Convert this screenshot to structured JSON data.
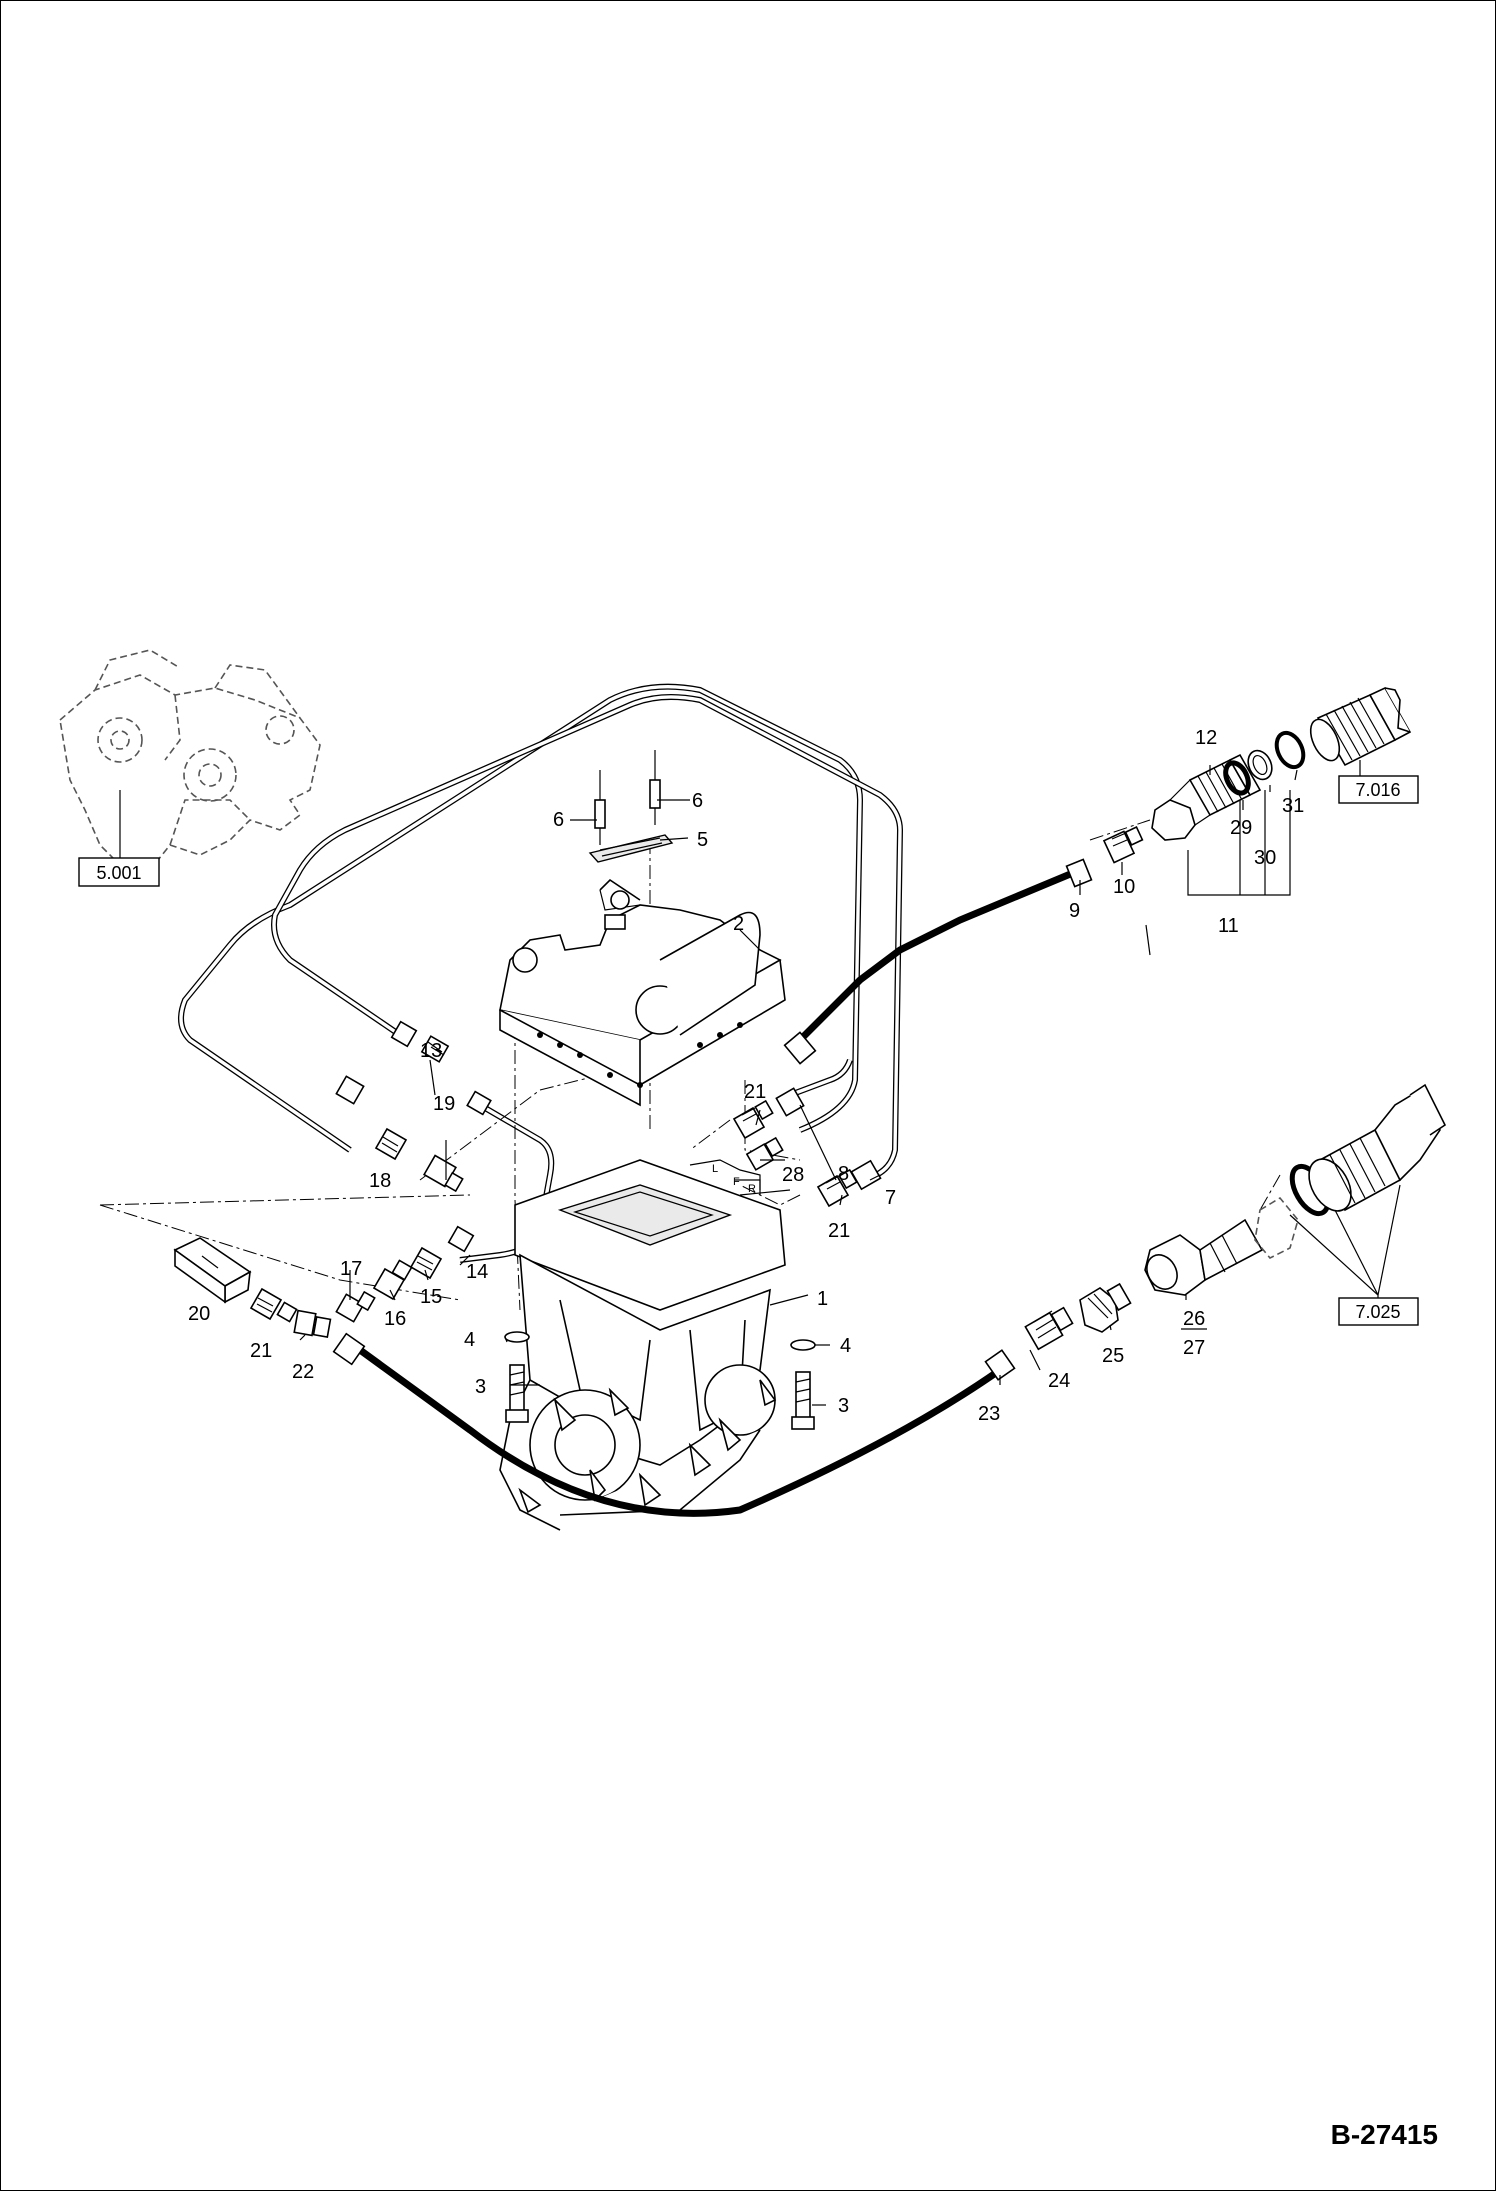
{
  "document_number": "B-27415",
  "references": [
    {
      "id": "ref-5001",
      "text": "5.001"
    },
    {
      "id": "ref-7016",
      "text": "7.016"
    },
    {
      "id": "ref-7025",
      "text": "7.025"
    }
  ],
  "callouts": [
    {
      "id": "c1",
      "text": "1"
    },
    {
      "id": "c2",
      "text": "2"
    },
    {
      "id": "c3a",
      "text": "3"
    },
    {
      "id": "c3b",
      "text": "3"
    },
    {
      "id": "c4a",
      "text": "4"
    },
    {
      "id": "c4b",
      "text": "4"
    },
    {
      "id": "c5",
      "text": "5"
    },
    {
      "id": "c6a",
      "text": "6"
    },
    {
      "id": "c6b",
      "text": "6"
    },
    {
      "id": "c7",
      "text": "7"
    },
    {
      "id": "c8",
      "text": "8"
    },
    {
      "id": "c9",
      "text": "9"
    },
    {
      "id": "c10",
      "text": "10"
    },
    {
      "id": "c11",
      "text": "11"
    },
    {
      "id": "c12",
      "text": "12"
    },
    {
      "id": "c13",
      "text": "13"
    },
    {
      "id": "c14",
      "text": "14"
    },
    {
      "id": "c15",
      "text": "15"
    },
    {
      "id": "c16",
      "text": "16"
    },
    {
      "id": "c17",
      "text": "17"
    },
    {
      "id": "c18",
      "text": "18"
    },
    {
      "id": "c19",
      "text": "19"
    },
    {
      "id": "c20",
      "text": "20"
    },
    {
      "id": "c21a",
      "text": "21"
    },
    {
      "id": "c21b",
      "text": "21"
    },
    {
      "id": "c21c",
      "text": "21"
    },
    {
      "id": "c22",
      "text": "22"
    },
    {
      "id": "c23",
      "text": "23"
    },
    {
      "id": "c24",
      "text": "24"
    },
    {
      "id": "c25",
      "text": "25"
    },
    {
      "id": "c26",
      "text": "26"
    },
    {
      "id": "c27",
      "text": "27"
    },
    {
      "id": "c28",
      "text": "28"
    },
    {
      "id": "c29",
      "text": "29"
    },
    {
      "id": "c30",
      "text": "30"
    },
    {
      "id": "c31",
      "text": "31"
    }
  ],
  "marks": {
    "l": "L",
    "f": "F",
    "r": "R"
  }
}
